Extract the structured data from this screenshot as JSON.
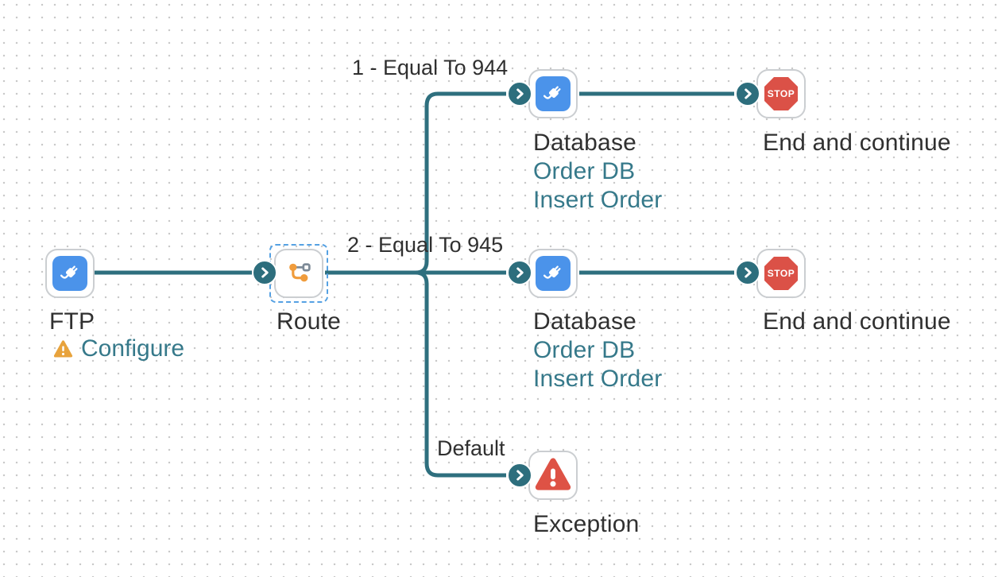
{
  "colors": {
    "line": "#2E6F7E",
    "port": "#2D6E7D",
    "node_border": "#CBCED1",
    "blue_icon": "#4B93EA",
    "stop_red": "#DB5147",
    "exception_red": "#DE5245",
    "warning_orange": "#E8A33C",
    "teal_text": "#36798A",
    "label_text": "#303030",
    "selection_blue": "#55A1E3",
    "route_orange": "#F09C3C",
    "route_gray": "#7D8A97",
    "grid_dot": "#C9C9C9"
  },
  "branch_labels": {
    "branch1": "1 - Equal To 944",
    "branch2": "2 - Equal To 945",
    "default": "Default"
  },
  "nodes": {
    "ftp": {
      "label": "FTP",
      "status_text": "Configure"
    },
    "route": {
      "label": "Route"
    },
    "db1": {
      "label": "Database",
      "endpoint": "Order DB",
      "activity": "Insert Order"
    },
    "end1": {
      "label": "End and continue",
      "stop_text": "STOP"
    },
    "db2": {
      "label": "Database",
      "endpoint": "Order DB",
      "activity": "Insert Order"
    },
    "end2": {
      "label": "End and continue",
      "stop_text": "STOP"
    },
    "exception": {
      "label": "Exception"
    }
  }
}
